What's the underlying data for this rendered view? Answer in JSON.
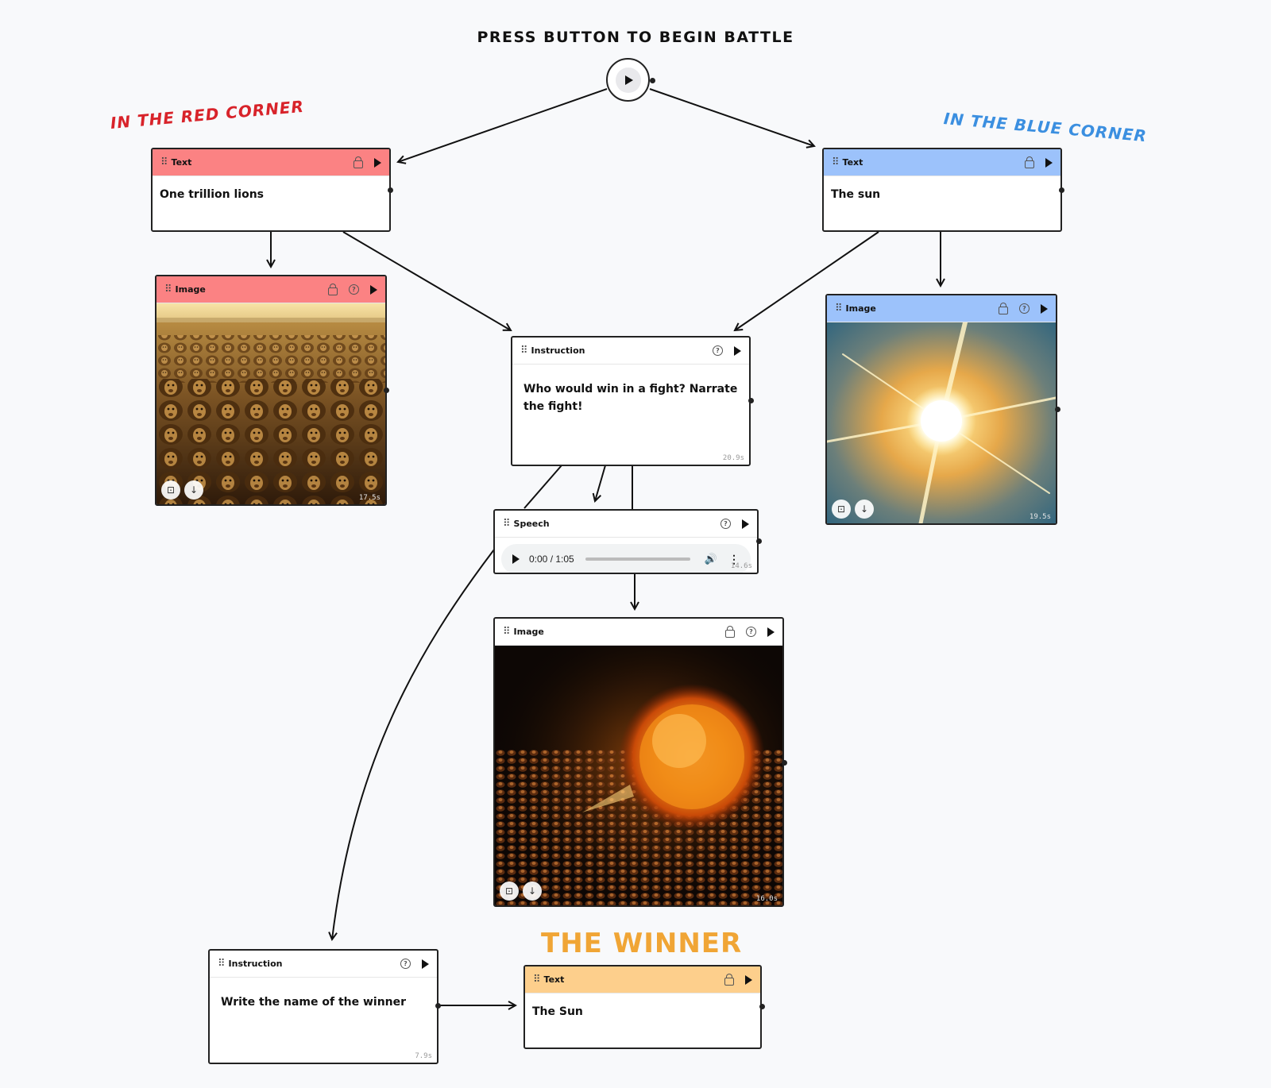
{
  "title": "PRESS BUTTON TO BEGIN BATTLE",
  "red_corner_label": "IN THE RED CORNER",
  "blue_corner_label": "IN THE BLUE CORNER",
  "winner_label": "THE WINNER",
  "colors": {
    "red": "#fb8283",
    "red_text": "#d8232a",
    "blue": "#9cc2fb",
    "blue_text": "#3b8fe0",
    "orange": "#fdcf8c",
    "orange_text": "#f0a535",
    "canvas": "#f8f9fb"
  },
  "icons": {
    "start": "play-icon",
    "drag": "drag-handle-icon",
    "lock": "lock-icon",
    "help": "help-icon",
    "run": "play-icon",
    "edit_image": "image-edit-icon",
    "download": "download-icon",
    "volume": "volume-icon",
    "more": "more-vertical-icon"
  },
  "nodes": {
    "red_text": {
      "type": "Text",
      "content": "One trillion lions"
    },
    "red_image": {
      "type": "Image",
      "timing": "17.5s",
      "description": "lion army on savanna"
    },
    "blue_text": {
      "type": "Text",
      "content": "The sun"
    },
    "blue_image": {
      "type": "Image",
      "timing": "19.5s",
      "description": "bright sun"
    },
    "instruction_fight": {
      "type": "Instruction",
      "content": "Who would win in a fight? Narrate the fight!",
      "timing": "20.9s"
    },
    "speech": {
      "type": "Speech",
      "audio_time": "0:00 / 1:05",
      "audio_progress": 0,
      "timing": "14.6s"
    },
    "battle_image": {
      "type": "Image",
      "timing": "16.0s",
      "description": "the sun battling lions"
    },
    "instruction_winner": {
      "type": "Instruction",
      "content": "Write the name of the winner",
      "timing": "7.9s"
    },
    "winner_text": {
      "type": "Text",
      "content": "The Sun"
    }
  }
}
